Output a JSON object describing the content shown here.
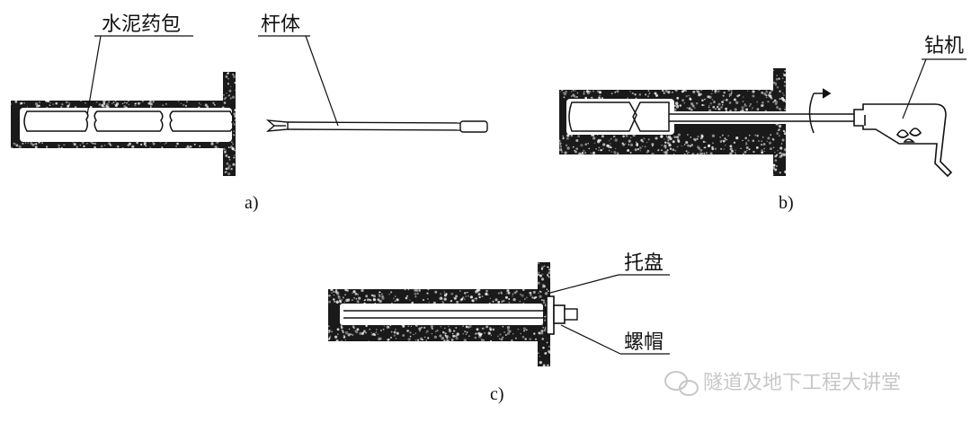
{
  "panels": {
    "a": {
      "caption": "a)",
      "label_cement_cartridge": "水泥药包",
      "label_rod": "杆体"
    },
    "b": {
      "caption": "b)",
      "label_drill": "钻机"
    },
    "c": {
      "caption": "c)",
      "label_plate": "托盘",
      "label_nut": "螺帽"
    }
  },
  "watermark": {
    "text": "隧道及地下工程大讲堂",
    "icon": "wechat-icon"
  }
}
